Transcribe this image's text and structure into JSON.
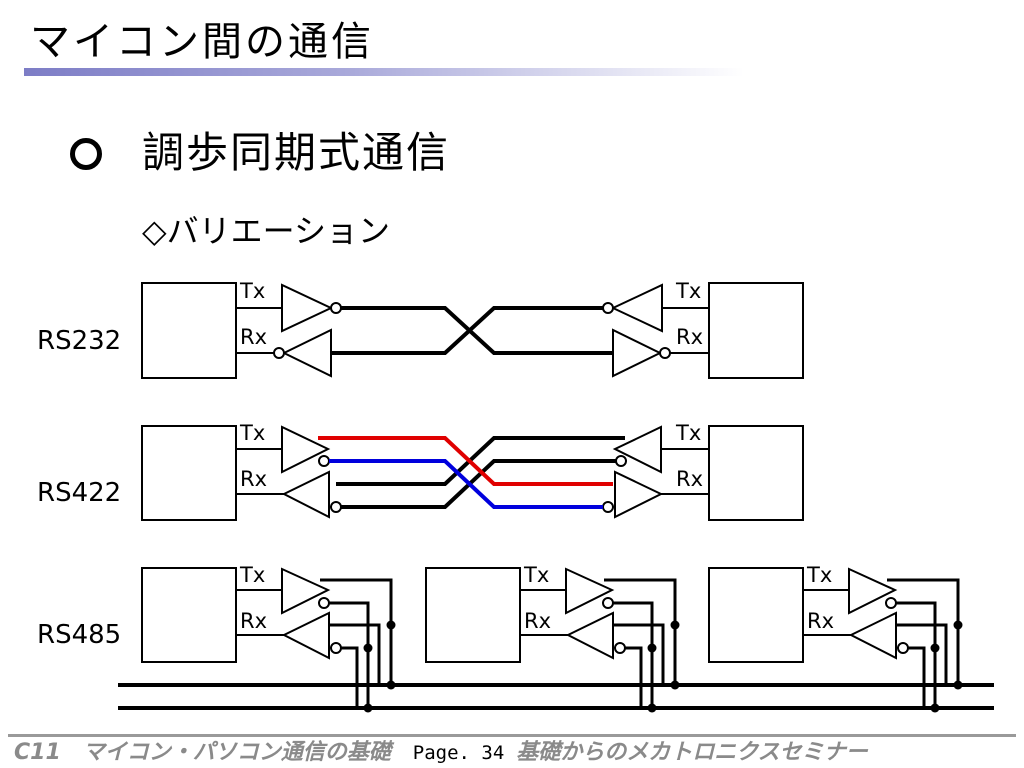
{
  "title": "マイコン間の通信",
  "heading": "調歩同期式通信",
  "subheading": "◇バリエーション",
  "colors": {
    "title_bar": "#7d7dc6",
    "red_line": "#e00000",
    "blue_line": "#0000dd",
    "footer_text": "#8a8a8a"
  },
  "diagram": {
    "rows": [
      {
        "label": "RS232",
        "tx": "Tx",
        "rx": "Rx",
        "tx_right": "Tx",
        "rx_right": "Rx"
      },
      {
        "label": "RS422",
        "tx": "Tx",
        "rx": "Rx",
        "tx_right": "Tx",
        "rx_right": "Rx"
      },
      {
        "label": "RS485",
        "nodes": [
          {
            "tx": "Tx",
            "rx": "Rx"
          },
          {
            "tx": "Tx",
            "rx": "Rx"
          },
          {
            "tx": "Tx",
            "rx": "Rx"
          }
        ]
      }
    ]
  },
  "footer": {
    "course": "C11　マイコン・パソコン通信の基礎",
    "page": "Page. 34",
    "seminar": "基礎からのメカトロニクスセミナー"
  }
}
